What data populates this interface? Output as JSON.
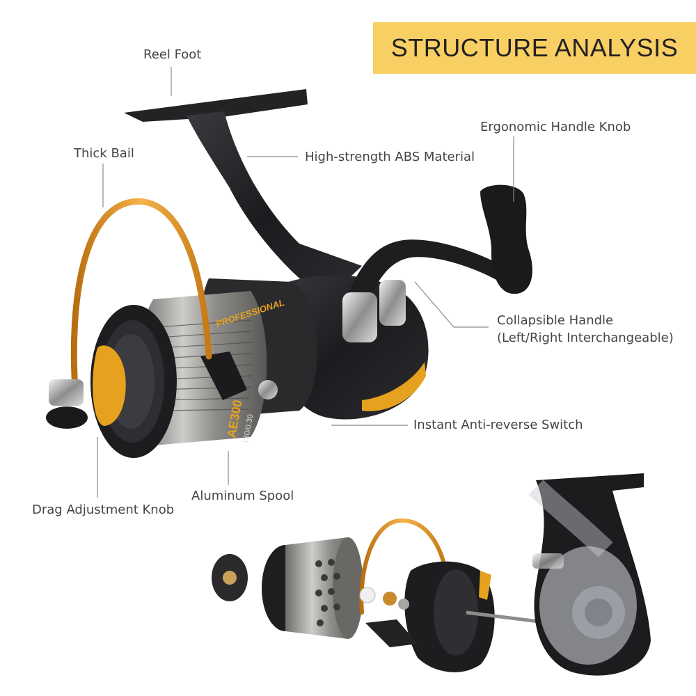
{
  "title": "STRUCTURE ANALYSIS",
  "labels": {
    "reel_foot": "Reel Foot",
    "handle_knob": "Ergonomic Handle Knob",
    "thick_bail": "Thick Bail",
    "abs_material": "High-strength ABS Material",
    "collapsible_handle_1": "Collapsible Handle",
    "collapsible_handle_2": "(Left/Right Interchangeable)",
    "anti_reverse": "Instant Anti-reverse Switch",
    "aluminum_spool": "Aluminum Spool",
    "drag_knob": "Drag Adjustment Knob"
  },
  "spool_print": {
    "brand": "PROFESSIONAL",
    "model": "AE300",
    "spec": "130/0.30"
  },
  "colors": {
    "banner": "#f8cf63",
    "label_text": "#444444",
    "leader": "#8a8a8a",
    "reel_body": "#1f1f22",
    "bail_gold": "#e8981c",
    "accent_gold": "#e6a21e",
    "spool_metal": "#9a9895"
  }
}
